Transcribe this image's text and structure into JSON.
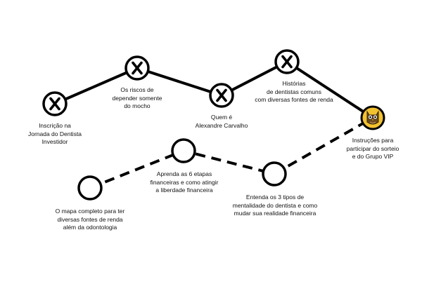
{
  "colors": {
    "line": "#000000",
    "node_fill": "#ffffff",
    "final_node_fill": "#f2c230",
    "text": "#111111"
  },
  "path_completed": {
    "line_style": "solid",
    "nodes": [
      {
        "id": "n1",
        "icon": "x-mark-icon",
        "label_lines": [
          "Inscrição na",
          "Jornada do Dentista",
          "Investidor"
        ]
      },
      {
        "id": "n2",
        "icon": "x-mark-icon",
        "label_lines": [
          "Os riscos de",
          "depender somente",
          "do mocho"
        ]
      },
      {
        "id": "n3",
        "icon": "x-mark-icon",
        "label_lines": [
          "Quem é",
          "Alexandre Carvalho"
        ]
      },
      {
        "id": "n4",
        "icon": "x-mark-icon",
        "label_lines": [
          "Histórias",
          "de dentistas comuns",
          "com diversas fontes de renda"
        ]
      },
      {
        "id": "n5",
        "icon": "owl-icon",
        "label_lines": [
          "Instruções para",
          "participar do sorteio",
          "e do Grupo VIP"
        ]
      }
    ]
  },
  "path_upcoming": {
    "line_style": "dashed",
    "nodes": [
      {
        "id": "m1",
        "icon": "empty-circle",
        "label_lines": [
          "O mapa completo para ter",
          "diversas fontes de renda",
          "além da odontologia"
        ]
      },
      {
        "id": "m2",
        "icon": "empty-circle",
        "label_lines": [
          "Aprenda as 6 etapas",
          "financeiras e como atingir",
          "a liberdade financeira"
        ]
      },
      {
        "id": "m3",
        "icon": "empty-circle",
        "label_lines": [
          "Entenda os 3 tipos de",
          "mentalidade do dentista e como",
          "mudar sua realidade financeira"
        ]
      }
    ]
  }
}
